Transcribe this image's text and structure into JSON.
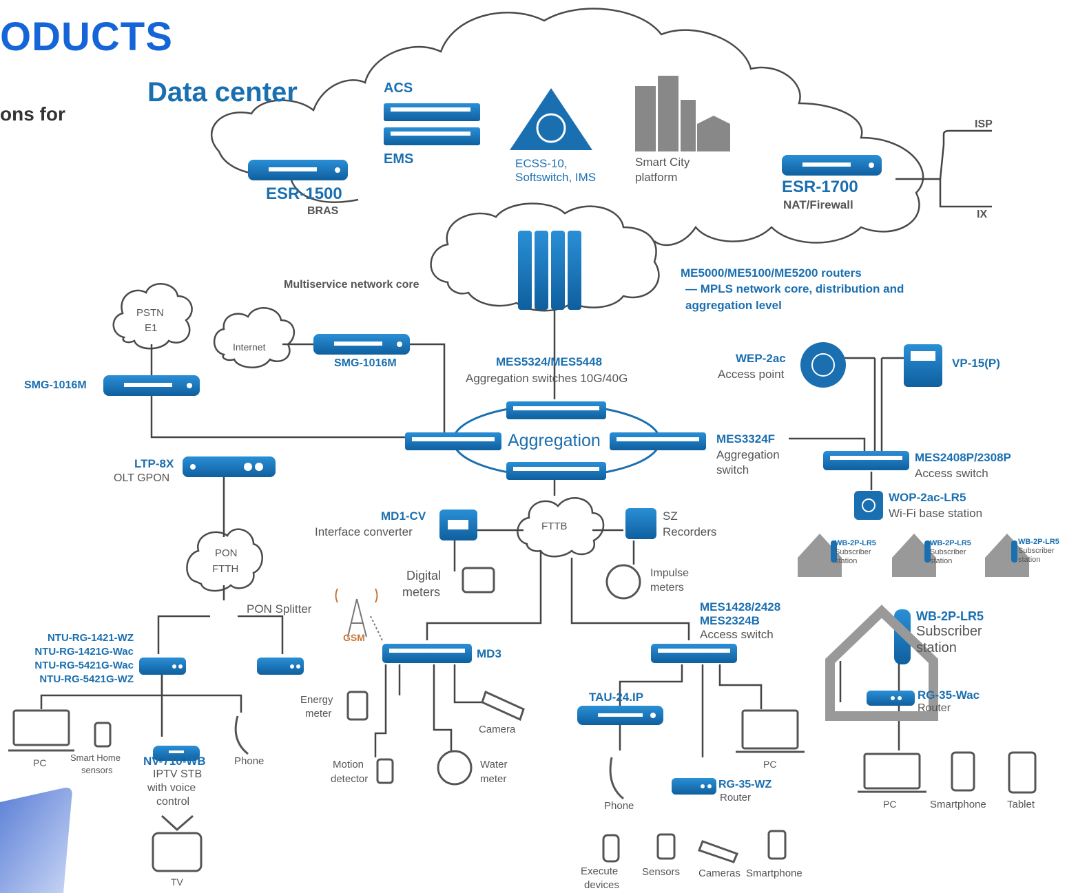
{
  "header": {
    "title": "ODUCTS",
    "subtitle": "ons for"
  },
  "diagram": {
    "data_center": "Data center",
    "acs": "ACS",
    "ems": "EMS",
    "ecss": "ECSS-10,",
    "ecss_sub": "Softswitch, IMS",
    "smart_city": "Smart City",
    "smart_city_sub": "platform",
    "esr1500": "ESR-1500",
    "bras": "BRAS",
    "esr1700": "ESR-1700",
    "nat": "NAT/Firewall",
    "isp": "ISP",
    "ix": "IX",
    "mcore": "Multiservice network core",
    "me_routers": "ME5000/ME5100/ME5200 routers",
    "me_desc1": "— MPLS network core, distribution and",
    "me_desc2": "aggregation level",
    "pstn": "PSTN",
    "e1": "E1",
    "internet": "Internet",
    "smg_left": "SMG-1016M",
    "smg_mid": "SMG-1016M",
    "mes5324": "MES5324/MES5448",
    "agg_switches": "Aggregation switches 10G/40G",
    "aggregation": "Aggregation",
    "mes3324": "MES3324F",
    "mes3324_sub1": "Aggregation",
    "mes3324_sub2": "switch",
    "wep": "WEP-2ac",
    "access_point": "Access point",
    "vp15": "VP-15(P)",
    "mes2408": "MES2408P/2308P",
    "access_switch": "Access switch",
    "wop": "WOP-2ac-LR5",
    "wifi_bs": "Wi-Fi base station",
    "wb_small": "WB-2P-LR5",
    "wb_small_sub1": "Subscriber",
    "wb_small_sub2": "station",
    "ltp": "LTP-8X",
    "olt": "OLT GPON",
    "md1": "MD1-CV",
    "iface_conv": "Interface converter",
    "fttb": "FTTB",
    "sz": "SZ",
    "recorders": "Recorders",
    "pon": "PON",
    "ftth": "FTTH",
    "digital": "Digital",
    "meters": "meters",
    "impulse": "Impulse",
    "impulse_meters": "meters",
    "pon_splitter": "PON Splitter",
    "gsm": "GSM",
    "md3": "MD3",
    "mes1428": "MES1428/2428",
    "mes2324b": "MES2324B",
    "access_switch2": "Access switch",
    "wb_big": "WB-2P-LR5",
    "wb_big_sub1": "Subscriber",
    "wb_big_sub2": "station",
    "ntu1": "NTU-RG-1421-WZ",
    "ntu2": "NTU-RG-1421G-Wac",
    "ntu3": "NTU-RG-5421G-Wac",
    "ntu4": "NTU-RG-5421G-WZ",
    "energy": "Energy",
    "energy_meter": "meter",
    "camera": "Camera",
    "tau": "TAU-24.IP",
    "rg35wac": "RG-35-Wac",
    "router": "Router",
    "pc1": "PC",
    "smart_home": "Smart Home",
    "sensors_small": "sensors",
    "nv710": "NV-710-WB",
    "iptv": "IPTV STB",
    "with_voice": "with voice",
    "control": "control",
    "phone1": "Phone",
    "motion": "Motion",
    "detector": "detector",
    "water": "Water",
    "water_meter": "meter",
    "pc2": "PC",
    "rg35wz": "RG-35-WZ",
    "router2": "Router",
    "phone2": "Phone",
    "pc3": "PC",
    "smartphone": "Smartphone",
    "tablet": "Tablet",
    "tv": "TV",
    "execute": "Execute",
    "devices": "devices",
    "sensors": "Sensors",
    "cameras": "Cameras",
    "smartphone2": "Smartphone"
  },
  "colors": {
    "brand_blue": "#1a6fb0",
    "title_blue": "#1565d8",
    "cloud_stroke": "#4a4a4a",
    "line": "#444444"
  }
}
